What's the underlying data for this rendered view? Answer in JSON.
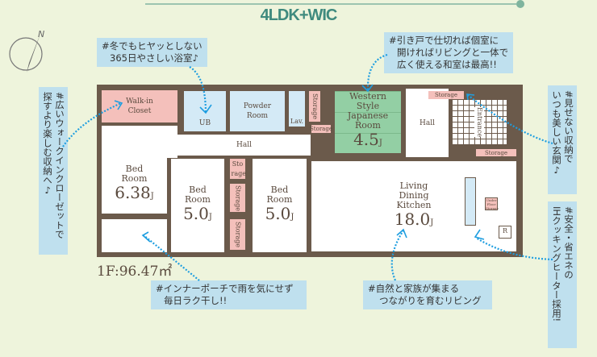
{
  "title": "4LDK+WIC",
  "compass": {
    "label": "N"
  },
  "floor_area": "1F:96.47㎡",
  "callouts": {
    "bath": [
      "#冬でもヒヤッとしない",
      "365日やさしい浴室♪"
    ],
    "japanese": [
      "#引き戸で仕切れば個室に",
      "開ければリビングと一体で",
      "広く使える和室は最高!!"
    ],
    "wic": [
      "#広いウォークインクローゼットで",
      "探すより楽しむ収納へ♪"
    ],
    "entrance": [
      "#見せない収納で",
      "いつも美しい玄関♪"
    ],
    "ih": [
      "#安全・省エネの",
      "IHクッキングヒーター採用!"
    ],
    "porch": [
      "#インナーポーチで雨を気にせず",
      "毎日ラク干し!!"
    ],
    "living": [
      "#自然と家族が集まる",
      "つながりを育むリビング"
    ]
  },
  "rooms": {
    "wic": "Walk-in Closet",
    "bed1": {
      "name": "Bed Room",
      "size": "6.38",
      "unit": "J"
    },
    "ub": "UB",
    "powder": "Powder Room",
    "lav": "Lav.",
    "storage": "Storage",
    "storage_split": "Sto rage",
    "hall": "Hall",
    "bed2": {
      "name": "Bed Room",
      "size": "5.0",
      "unit": "J"
    },
    "bed3": {
      "name": "Bed Room",
      "size": "5.0",
      "unit": "J"
    },
    "japanese": {
      "name": "Western Style Japanese Room",
      "size": "4.5",
      "unit": "J"
    },
    "entrance": "Entrance",
    "ldk": {
      "name": "Living Dining Kitchen",
      "size": "18.0",
      "unit": "J"
    },
    "underfloor": "Under Floor Storage",
    "fridge": "R"
  },
  "colors": {
    "wall": "#6b5a4b",
    "wet": "#d4eaf6",
    "storage": "#f4c0bb",
    "tatami": "#93cfa4",
    "callout": "#bfe0ee",
    "title": "#3f8a7e",
    "arrow": "#1e9ee0"
  }
}
